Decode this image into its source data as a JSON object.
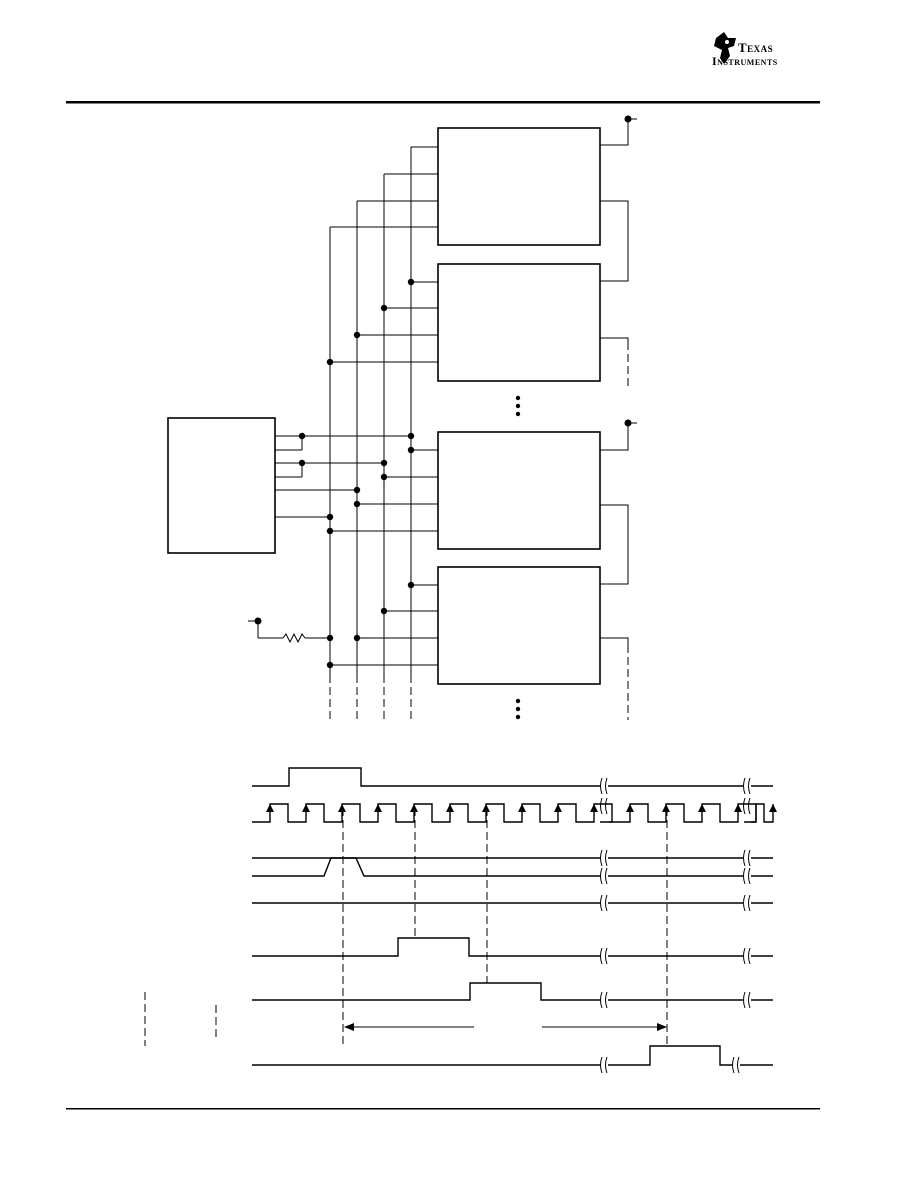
{
  "brand": {
    "logo": "texas-instruments-logo",
    "line1": "Texas",
    "line2": "Instruments"
  },
  "colors": {
    "ink": "#000000",
    "paper": "#ffffff"
  },
  "diagram": {
    "upper": "block-schematic",
    "lower": "timing-diagram"
  }
}
